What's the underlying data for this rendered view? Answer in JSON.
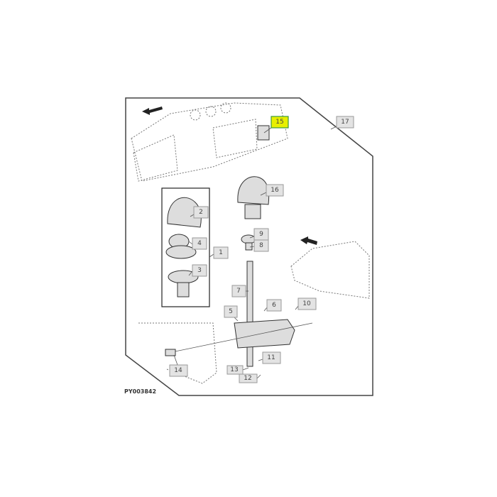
{
  "diagram": {
    "figure_code": "PY003842",
    "highlight_color": "#e8ef00",
    "callouts": [
      "1",
      "2",
      "3",
      "4",
      "5",
      "6",
      "7",
      "8",
      "9",
      "10",
      "11",
      "12",
      "13",
      "14",
      "15",
      "16",
      "17"
    ],
    "highlighted_callout": "15"
  }
}
